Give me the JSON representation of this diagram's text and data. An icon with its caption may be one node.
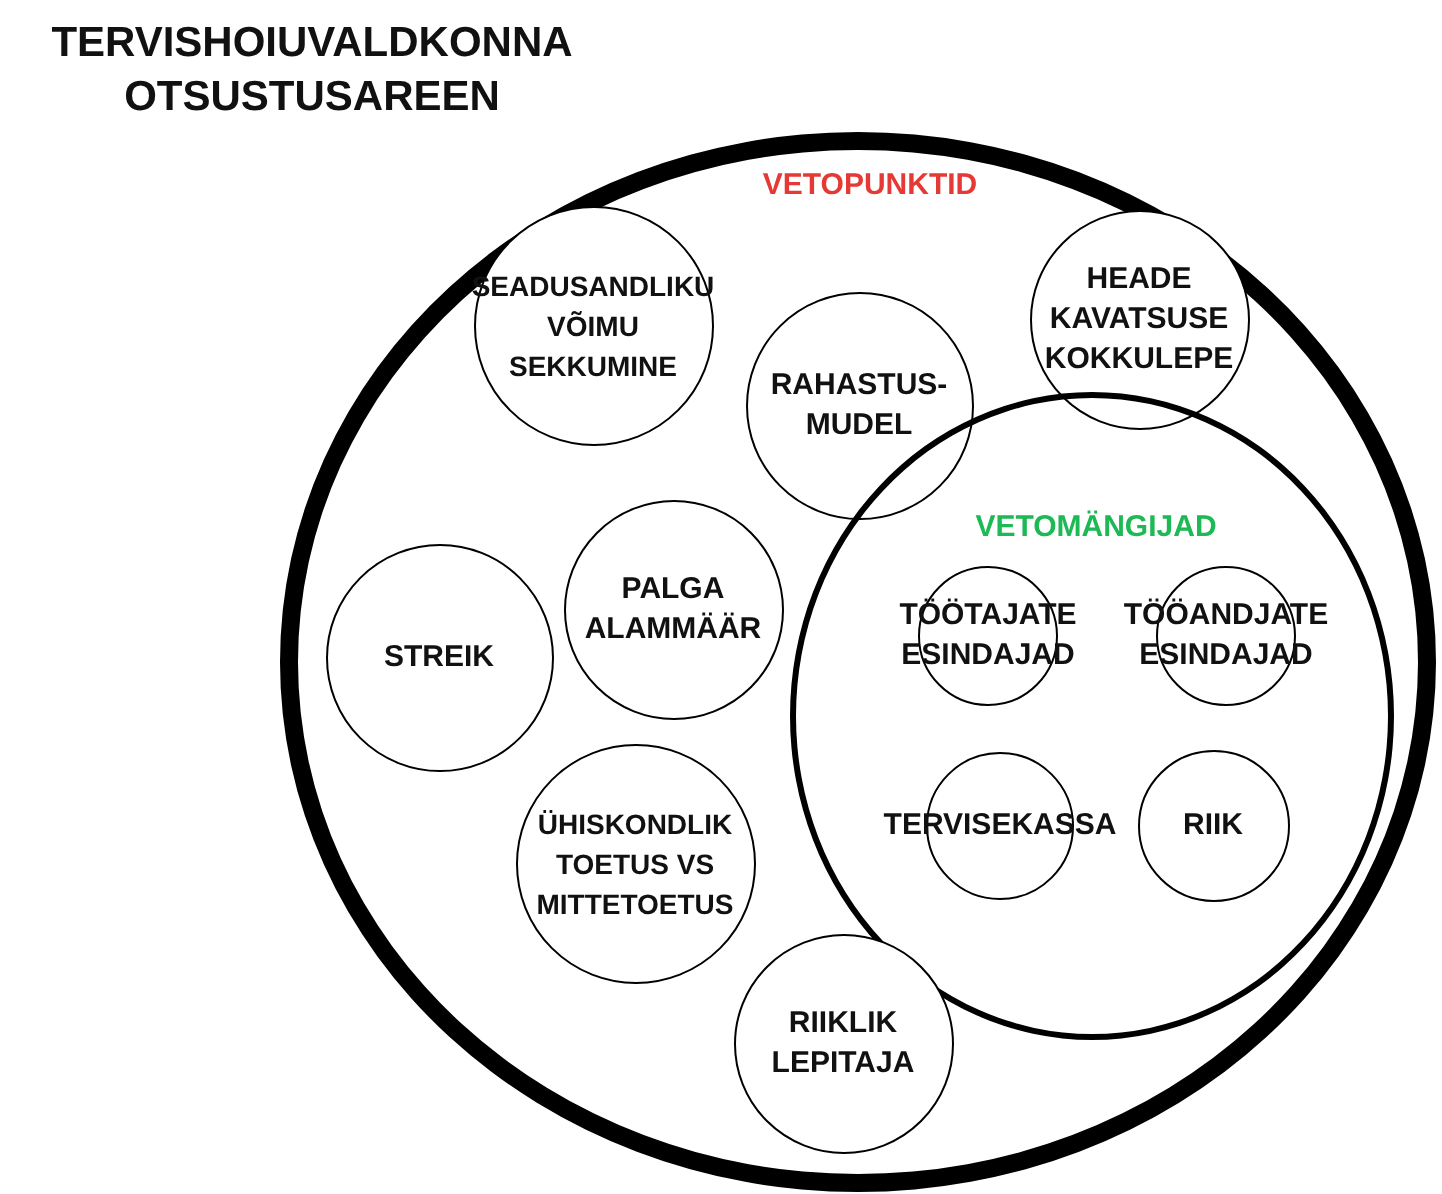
{
  "diagram": {
    "title": "TERVISHOIUVALDKONNA OTSUSTUSAREEN",
    "nodes": [
      {
        "text": [
          "VETOPUNKTID"
        ]
      },
      {
        "text": [
          "SEADUSANDLIKU VÕIMU SEKKUMINE"
        ],
        "in": 0
      },
      {
        "text": [
          "RAHASTUS-MUDEL"
        ],
        "in": 0
      },
      {
        "text": [
          "HEADE KAVATSUSE KOKKULEPE"
        ],
        "in": 0
      },
      {
        "text": [
          "VETOMÄNGIJAD"
        ],
        "in": 0
      },
      {
        "text": [
          "PALGA ALAMMÄÄR"
        ],
        "in": 0
      },
      {
        "text": [
          "STREIK"
        ],
        "in": 0
      },
      {
        "text": [
          "TÖÖTAJATE ESINDAJAD"
        ],
        "in": 4
      },
      {
        "text": [
          "TÖÖANDJATE ESINDAJAD"
        ],
        "in": 4
      },
      {
        "text": [
          "TERVISEKASSA"
        ],
        "in": 4
      },
      {
        "text": [
          "RIIK"
        ],
        "in": 4
      },
      {
        "text": [
          "ÜHISKONDLIK TOETUS VS MITTETOETUS"
        ],
        "in": 0
      },
      {
        "text": [
          "RIIKLIK LEPITAJA"
        ],
        "in": 0
      }
    ],
    "edges": []
  }
}
